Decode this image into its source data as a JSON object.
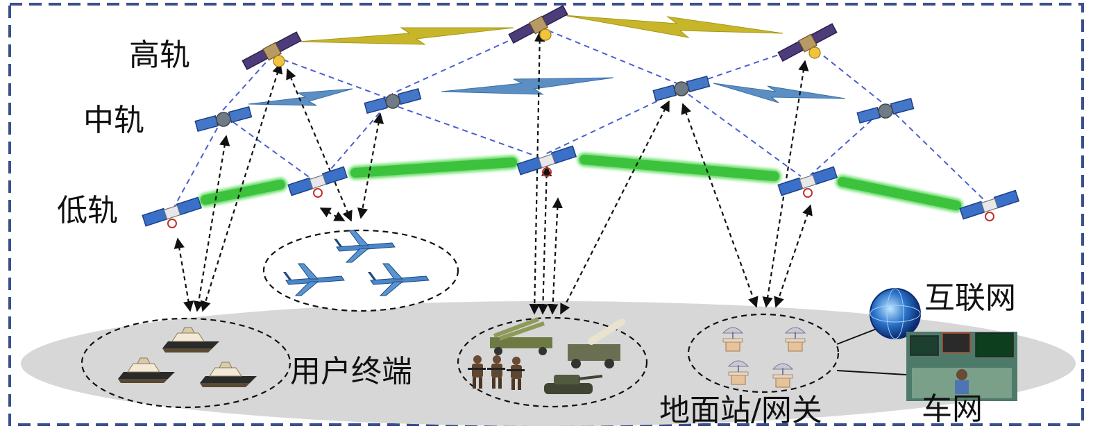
{
  "orbits": {
    "high": "高轨",
    "medium": "中轨",
    "low": "低轨"
  },
  "nodes": {
    "user_terminal": "用户终端",
    "ground_station": "地面站/网关",
    "internet": "互联网",
    "vehicle_network": "车网"
  },
  "colors": {
    "border": "#3b4f8c",
    "high_link": "#c8b62a",
    "medium_link": "#5b8fc4",
    "low_link": "#3cc23c",
    "dashed_link": "#4a5fd0",
    "ground": "#d7d7d7"
  }
}
